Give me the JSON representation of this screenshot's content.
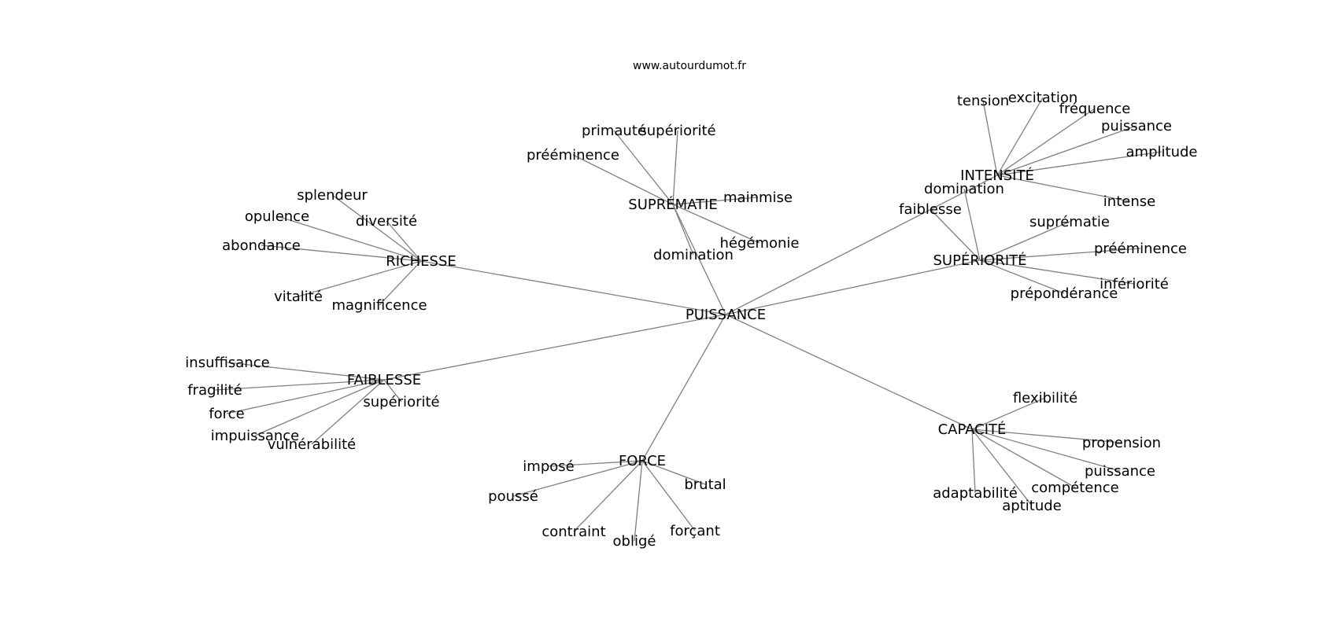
{
  "source": "www.autourdumot.fr",
  "graph": {
    "center": "PUISSANCE",
    "clusters": [
      {
        "label": "RICHESSE",
        "words": [
          "splendeur",
          "opulence",
          "diversité",
          "abondance",
          "vitalité",
          "magnificence"
        ]
      },
      {
        "label": "SUPRÉMATIE",
        "words": [
          "primauté",
          "supériorité",
          "prééminence",
          "mainmise",
          "hégémonie",
          "domination"
        ]
      },
      {
        "label": "INTENSITÉ",
        "words": [
          "tension",
          "excitation",
          "fréquence",
          "puissance",
          "amplitude",
          "intense"
        ]
      },
      {
        "label": "SUPÉRIORITÉ",
        "words": [
          "domination",
          "faiblesse",
          "suprématie",
          "prééminence",
          "infériorité",
          "prépondérance"
        ]
      },
      {
        "label": "FAIBLESSE",
        "words": [
          "insuffisance",
          "fragilité",
          "force",
          "impuissance",
          "vulnérabilité",
          "supériorité"
        ]
      },
      {
        "label": "FORCE",
        "words": [
          "imposé",
          "poussé",
          "contraint",
          "obligé",
          "forçant",
          "brutal"
        ]
      },
      {
        "label": "CAPACITÉ",
        "words": [
          "flexibilité",
          "propension",
          "puissance",
          "compétence",
          "aptitude",
          "adaptabilité"
        ]
      }
    ]
  }
}
